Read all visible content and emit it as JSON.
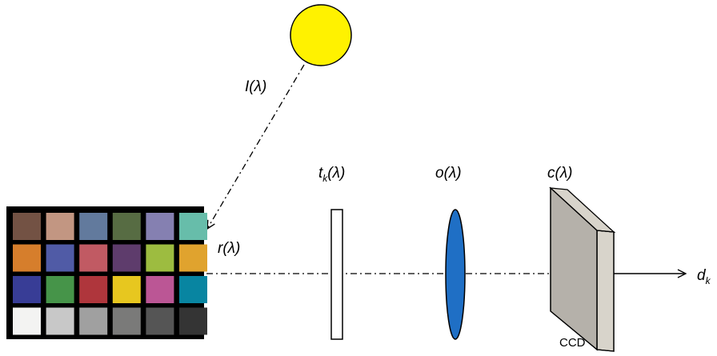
{
  "labels": {
    "illuminant": "I(λ)",
    "reflectance": "r(λ)",
    "filter_main": "t",
    "filter_sub": "k",
    "filter_tail": "(λ)",
    "optics": "o(λ)",
    "sensor": "c(λ)",
    "sensor_caption": "CCD",
    "output_main": "d",
    "output_sub": "k"
  },
  "colors": {
    "sun_fill": "#FFF200",
    "lens_fill": "#1F6FC5",
    "ccd_front": "#B5B1AA",
    "ccd_side": "#D8D4CB",
    "chart_frame": "#000000"
  },
  "color_checker": {
    "rows": [
      [
        "#735244",
        "#C29682",
        "#627A9D",
        "#576C43",
        "#8580B1",
        "#67BDAA"
      ],
      [
        "#D67E2C",
        "#505BA6",
        "#C15A63",
        "#5E3C6C",
        "#9DBC40",
        "#E0A32E"
      ],
      [
        "#383D96",
        "#469449",
        "#AF363C",
        "#E7C71F",
        "#BB5695",
        "#0885A1"
      ],
      [
        "#F3F3F2",
        "#C8C8C8",
        "#A0A0A0",
        "#7A7A79",
        "#555555",
        "#343434"
      ]
    ]
  }
}
